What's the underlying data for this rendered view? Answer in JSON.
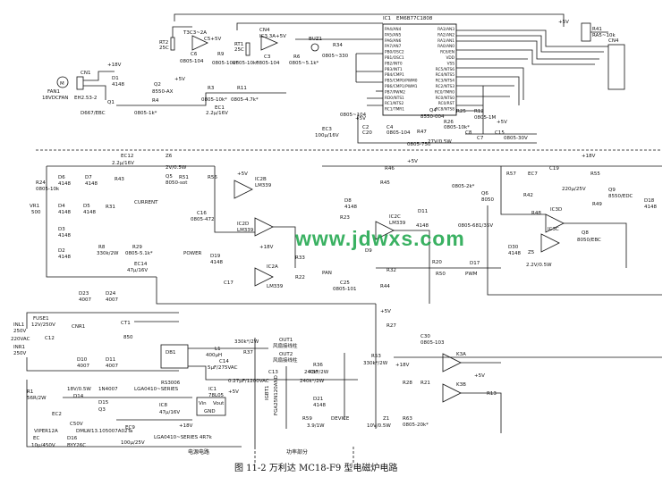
{
  "caption": "图 11-2   万利达 MC18-F9 型电磁炉电路",
  "watermark": "www.jdwxs.com",
  "section_labels": {
    "power_circuit": "电源电路",
    "power_section": "功率部分"
  },
  "ic1": {
    "name": "IC1",
    "part": "EM6B77C1808",
    "pins_left": [
      "PA4/AN4",
      "PA5/AN5",
      "PA6/AN6",
      "PA7/AN7",
      "PB0/OSC2",
      "PB1/OSC1",
      "PB2/INT0",
      "PB3/INT1",
      "PB4/CMP1",
      "PB5/CMP0/PWM0",
      "PB6/CMP1/PWM1",
      "PB7/PWM2",
      "RD0/NTS1",
      "RC1/NTS2",
      "RC1/TMR1"
    ],
    "pins_right": [
      "RA3/AN3",
      "RA2/AN2",
      "RA1/AN1",
      "RA0/AN0",
      "RC6/EN",
      "VDD",
      "VSS",
      "RC5/NTS6",
      "RC4/NTS5",
      "RC3/NTS4",
      "RC2/NTS3",
      "RC0/TMR0",
      "RC0/NTS0",
      "RC0/RST",
      "RC8/NTS8"
    ]
  },
  "labels": {
    "r41": "R41",
    "ra5": "RA5~10k",
    "cn4": "CN4",
    "plus5v": "+5V",
    "plus18v": "+18V",
    "t3c": "T3C3~2A",
    "ic3": "IC3",
    "c5v": "C5+5V",
    "rt2": "RT2",
    "rt2v": "25C",
    "rt1": "RT1",
    "rt1v": "25C",
    "c6": "C6",
    "r9": "R9",
    "cn4b": "CN4",
    "ic33": "IC3.3A+5V",
    "c3": "C3",
    "r6": "R6",
    "buz": "BUZ1",
    "r34": "R34",
    "fan": "FAN1",
    "fanv": "18VDCFAN",
    "cn1": "CN1",
    "eh": "EH2.53-2",
    "d1": "D1",
    "d1v": "4148",
    "q1": "Q1",
    "q1v": "D667/EBC",
    "q2": "Q2",
    "q2v": "8550-AX",
    "r4": "R4",
    "r4v": "0805-1k*",
    "r3": "R3",
    "r3v": "0805-10k*",
    "r11": "R11",
    "r11v": "0805-4.7k*",
    "ec1": "EC1",
    "ec1v": "2.2μ/16V",
    "c2": "C2",
    "c4": "C4",
    "ec3": "EC3",
    "ec3v": "100μ/16V",
    "c20": "C20",
    "r47": "R47",
    "r47v": "0805-750",
    "q4": "Q4",
    "q4v": "8550-004",
    "r25": "R25",
    "r26": "R26",
    "r12": "R12",
    "r12v": "0805-1M",
    "c7": "C7",
    "c8": "C8",
    "zd": "ZD",
    "zdv": "27V/0.5W",
    "c15": "C15",
    "c15v": "0805-30V",
    "ec12": "EC12",
    "ec12v": "2.2μ/16V",
    "z6": "Z6",
    "z6v": "2V/0.5W",
    "q5": "Q5",
    "q5v": "8050-sot",
    "r51": "R51",
    "r56": "R56",
    "r24": "R24",
    "r24v": "0805-10k",
    "d7": "D7",
    "d6": "D6",
    "vr1": "VR1",
    "vr1v": "500",
    "d4": "D4",
    "d5": "D5",
    "d3": "D3",
    "d2": "D2",
    "diode4148": "4148",
    "r43": "R43",
    "r31": "R31",
    "current": "CURRENT",
    "c16": "C16",
    "c16v": "0805-472",
    "ic2b": "IC2B",
    "lm339": "LM339",
    "ic2d": "IC2D",
    "r8": "R8",
    "r8v": "330k/2W",
    "r29": "R29",
    "r29v": "0805-5.1k*",
    "power": "POWER",
    "ec14": "EC14",
    "ec14v": "47μ/16V",
    "d19": "D19",
    "r33": "R33",
    "ic2a": "IC2A",
    "pan": "PAN",
    "r22": "R22",
    "d23": "D23",
    "d23v": "4007",
    "d24": "D24",
    "d24v": "4007",
    "r8b": "R8",
    "c17": "C17",
    "r46": "R46",
    "r45": "R45",
    "d8": "D8",
    "r23": "R23",
    "ic2c": "IC2C",
    "d11": "D11",
    "d9": "D9",
    "c25": "C25",
    "c25v": "0805-101",
    "r32": "R32",
    "r44": "R44",
    "r50": "R50",
    "pwm": "PWM",
    "r20": "R20",
    "q6": "Q6",
    "q6v": "8050",
    "r57": "R57",
    "ec7": "EC7",
    "c19": "C19",
    "ec7v": "220μ/25V",
    "r55": "R55",
    "q9": "Q9",
    "q9v": "8550/EDC",
    "d18": "D18",
    "r42": "R42",
    "r48": "R48",
    "ic3d": "IC3D",
    "ic3c": "IC3C",
    "r49": "R49",
    "d30": "D30",
    "z5": "Z5",
    "z5v": "2.2V/0.5W",
    "q8": "Q8",
    "q8v": "8050/EBC",
    "d17": "D17",
    "inl1": "INL1",
    "inl1v": "250V",
    "fuse": "FUSE1",
    "fusev": "12V/250V",
    "cnr1": "CNR1",
    "c12": "C12",
    "ct1": "CT1",
    "ct1v": "850",
    "ac220": "220VAC",
    "inr1": "INR1",
    "inr1v": "250V",
    "d10": "D10",
    "d10v": "4007",
    "d11b": "D11",
    "d11bv": "4007",
    "db1": "DB1",
    "db1v": "RS3006",
    "l1": "L1",
    "l1v": "400μH",
    "c14": "C14",
    "c14v": "5μF/275VAC",
    "r37": "R37",
    "r37v": "330k*/2W",
    "out1": "OUT1",
    "out1v": "风扇接线柱",
    "out2": "OUT2",
    "out2v": "风扇接线柱",
    "c13": "C13",
    "c13v": "0.27μF/1200VAC",
    "r36": "R36",
    "r36v": "240k*/2W",
    "r35": "R35",
    "r35v": "240k*/2W",
    "igbt": "IGBT1",
    "igbtv": "FGA25N120AND",
    "d21": "D21",
    "r59": "R59",
    "r59v": "3.9/1W",
    "device": "DEVICE",
    "r27": "R27",
    "c30": "C30",
    "c30v": "0805-103",
    "r53": "R53",
    "r53v": "330k*/2W",
    "k3a": "K3A",
    "r28": "R28",
    "r21": "R21",
    "k3b": "K3B",
    "r13": "R13",
    "r63": "R63",
    "r63v": "0805-20k*",
    "z1": "Z1",
    "z1v": "10V/0.5W",
    "r1": "R1",
    "r1v": "56R/2W",
    "ec2": "EC2",
    "d12": "D12",
    "d12v": "18V/0.5W",
    "d14": "D14",
    "d14v": "1N4007",
    "d15": "D15",
    "q3": "Q3",
    "viper": "VIPER12A",
    "ec": "EC",
    "ecv": "10μ/450V",
    "d16": "D16",
    "d16v": "BYY26C",
    "ic8": "IC8",
    "ic8v": "47μ/16V",
    "ic1reg": "IC1",
    "ic1regv": "78L05",
    "lga1": "LGA0410~SERIES",
    "lga2": "LGA0410~SERIES 4R7k",
    "ec9": "EC9",
    "ec9v": "100μ/25V",
    "c50v": "C50V",
    "dm": "DMLW13.105007A02Ta",
    "vin": "Vin",
    "vout": "Vout",
    "gnd": "GND"
  }
}
